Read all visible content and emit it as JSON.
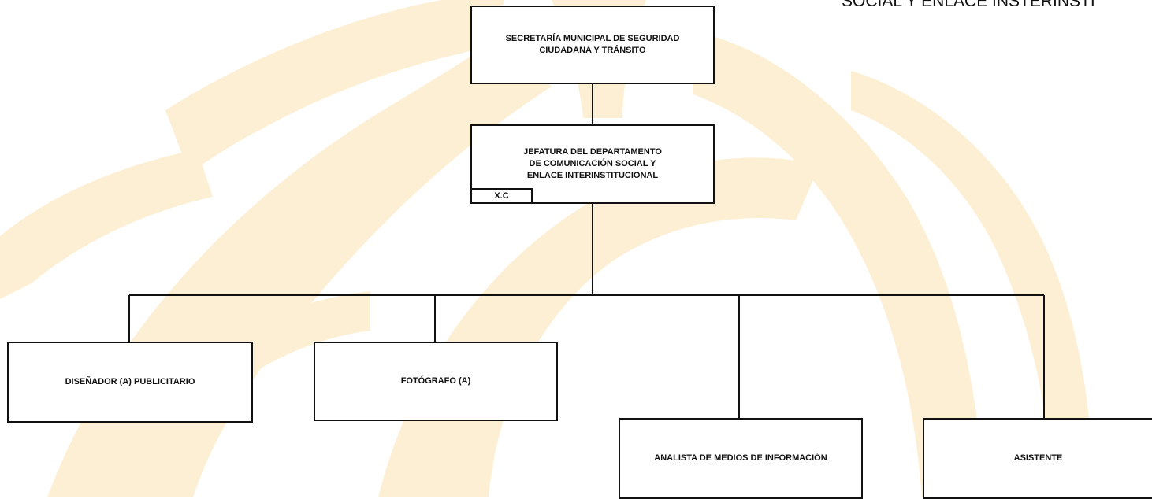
{
  "header_fragment": "SOCIAL Y ENLACE INSTERINSTI",
  "org_chart": {
    "root": {
      "label": "SECRETARÍA MUNICIPAL DE SEGURIDAD\nCIUDADANA Y TRÁNSITO"
    },
    "department": {
      "label": "JEFATURA DEL DEPARTAMENTO\nDE COMUNICACIÓN SOCIAL Y\nENLACE INTERINSTITUCIONAL",
      "tag": "X.C"
    },
    "positions": [
      {
        "label": "DISEÑADOR (A) PUBLICITARIO"
      },
      {
        "label": "FOTÓGRAFO (A)"
      },
      {
        "label": "ANALISTA DE MEDIOS DE INFORMACIÓN"
      },
      {
        "label": "ASISTENTE"
      }
    ]
  },
  "colors": {
    "watermark": "#FDEFD3",
    "line": "#111111",
    "box_fill": "#FFFFFF"
  }
}
